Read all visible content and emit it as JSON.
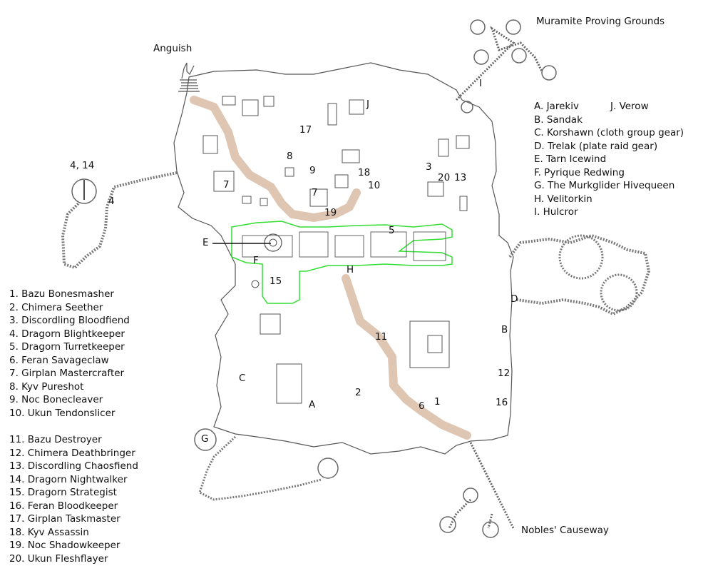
{
  "zones": {
    "anguish": "Anguish",
    "proving_grounds": "Muramite  Proving Grounds",
    "nobles_causeway": "Nobles' Causeway"
  },
  "named_mobs": [
    "A. Jarekiv",
    "B. Sandak",
    "C. Korshawn (cloth group gear)",
    "D. Trelak (plate raid gear)",
    "E. Tarn Icewind",
    "F. Pyrique Redwing",
    "G. The Murkglider Hivequeen",
    "H. Velitorkin",
    "I. Hulcror"
  ],
  "named_mob_j": "J. Verow",
  "mobs_part1": [
    "1. Bazu Bonesmasher",
    "2. Chimera Seether",
    "3. Discordling Bloodfiend",
    "4. Dragorn Blightkeeper",
    "5. Dragorn Turretkeeper",
    "6. Feran Savageclaw",
    "7. Girplan Mastercrafter",
    "8. Kyv Pureshot",
    "9. Noc Bonecleaver",
    "10. Ukun Tendonslicer"
  ],
  "mobs_part2": [
    "11. Bazu Destroyer",
    "12. Chimera Deathbringer",
    "13. Discordling Chaosfiend",
    "14. Dragorn Nightwalker",
    "15. Dragorn Strategist",
    "16. Feran Bloodkeeper",
    "17. Girplan Taskmaster",
    "18. Kyv Assassin",
    "19. Noc Shadowkeeper",
    "20. Ukun Fleshflayer"
  ],
  "markers": {
    "A": "A",
    "B": "B",
    "C": "C",
    "D": "D",
    "E": "E",
    "F": "F",
    "G": "G",
    "H": "H",
    "I": "I",
    "J": "J",
    "n1": "1",
    "n2": "2",
    "n3": "3",
    "n4": "4",
    "n4_14": "4, 14",
    "n5": "5",
    "n6": "6",
    "n7a": "7",
    "n7b": "7",
    "n8": "8",
    "n9": "9",
    "n10": "10",
    "n11": "11",
    "n12": "12",
    "n13": "13",
    "n15": "15",
    "n16": "16",
    "n17": "17",
    "n18": "18",
    "n19": "19",
    "n20": "20"
  },
  "colors": {
    "wall": "#555555",
    "path": "#c8a080",
    "fortress": "#33dd33",
    "ink": "#111111"
  }
}
